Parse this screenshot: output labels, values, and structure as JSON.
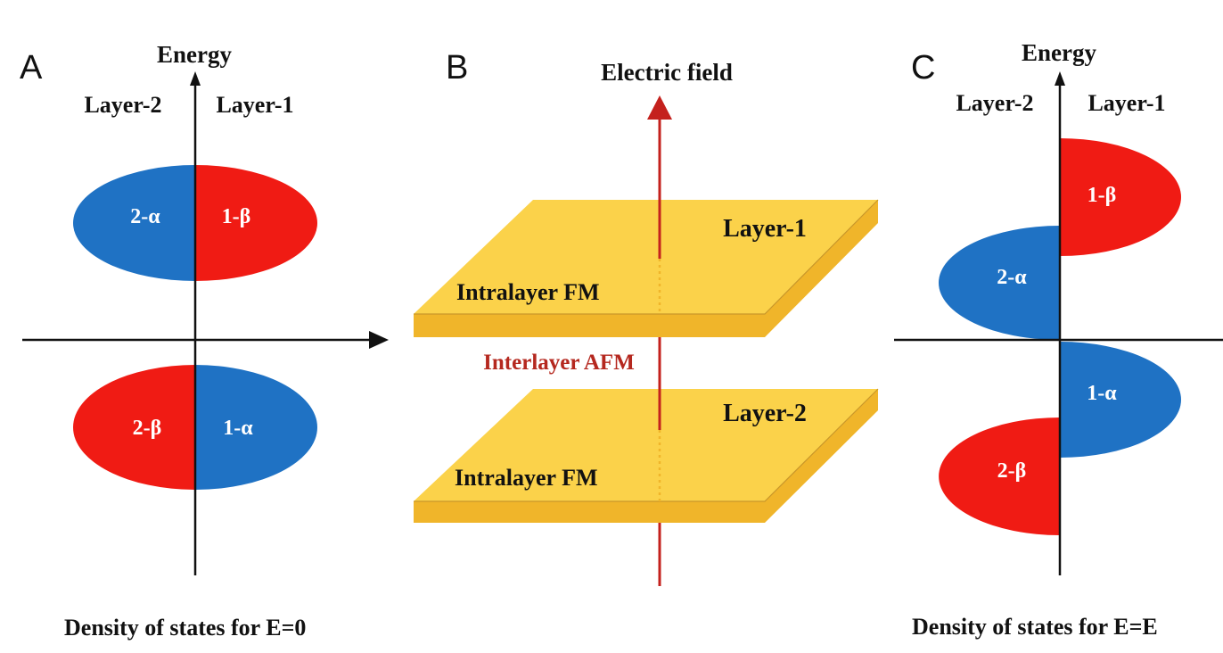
{
  "panels": {
    "a": {
      "letter": "A",
      "axis_y_label": "Energy",
      "left_column_label": "Layer-2",
      "right_column_label": "Layer-1",
      "lobes": [
        "2-α",
        "1-β",
        "2-β",
        "1-α"
      ],
      "caption": "Density of states for E=0"
    },
    "b": {
      "letter": "B",
      "field_label": "Electric field",
      "top_layer_label": "Layer-1",
      "bottom_layer_label": "Layer-2",
      "top_fm_label": "Intralayer  FM",
      "bottom_fm_label": "Intralayer  FM",
      "coupling_label": "Interlayer AFM"
    },
    "c": {
      "letter": "C",
      "axis_y_label": "Energy",
      "left_column_label": "Layer-2",
      "right_column_label": "Layer-1",
      "lobes": [
        "1-β",
        "2-α",
        "1-α",
        "2-β"
      ],
      "caption": "Density of states for E=E"
    }
  },
  "colors": {
    "spin_red": "#f01b14",
    "spin_blue": "#1f72c4",
    "slab_top": "#fbd24a",
    "slab_side": "#f0b52a",
    "field_arrow": "#c4211d",
    "axis": "#111111"
  },
  "icons": {
    "axis_arrowhead": "arrow-up-icon",
    "field_arrowhead": "arrow-up-icon"
  }
}
